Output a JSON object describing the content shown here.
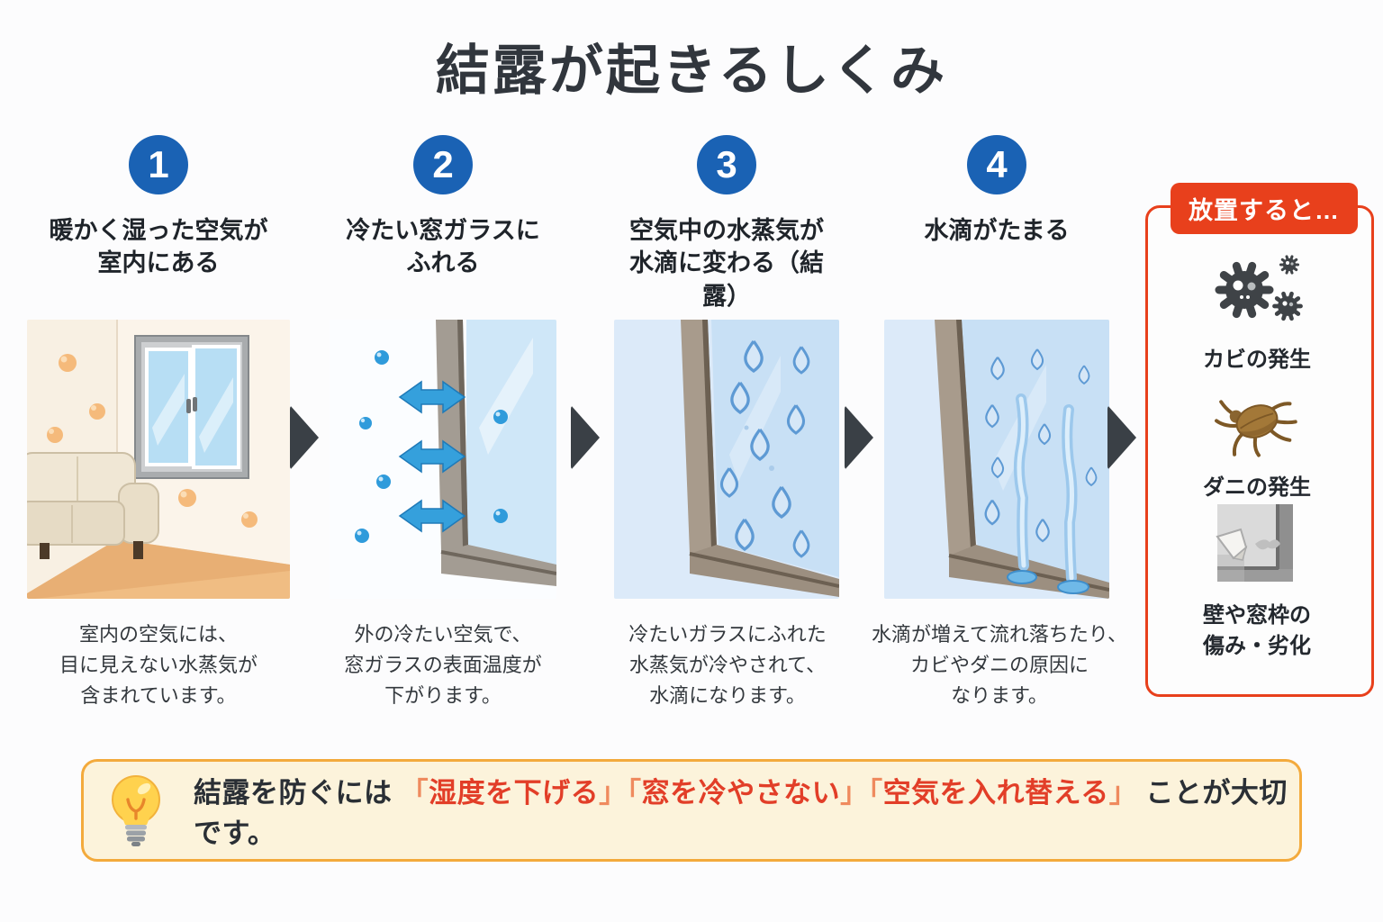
{
  "title": "結露が起きるしくみ",
  "steps": [
    {
      "number": "1",
      "heading": "暖かく湿った空気が\n室内にある",
      "caption": "室内の空気には、\n目に見えない水蒸気が\n含まれています。",
      "illustration": "room-with-sofa-and-window"
    },
    {
      "number": "2",
      "heading": "冷たい窓ガラスに\nふれる",
      "caption": "外の冷たい空気で、\n窓ガラスの表面温度が\n下がります。",
      "illustration": "cold-window-glass-with-arrows"
    },
    {
      "number": "3",
      "heading": "空気中の水蒸気が\n水滴に変わる（結露）",
      "caption": "冷たいガラスにふれた\n水蒸気が冷やされて、\n水滴になります。",
      "illustration": "window-with-condensation-droplets"
    },
    {
      "number": "4",
      "heading": "水滴がたまる",
      "caption": "水滴が増えて流れ落ちたり、\nカビやダニの原因に\nなります。",
      "illustration": "window-with-streaming-water"
    }
  ],
  "consequences_panel": {
    "badge": "放置すると…",
    "items": [
      {
        "icon": "mold-icon",
        "label": "カビの発生"
      },
      {
        "icon": "mite-icon",
        "label": "ダニの発生"
      },
      {
        "icon": "wall-damage-icon",
        "label": "壁や窓枠の\n傷み・劣化"
      }
    ]
  },
  "tip_banner": {
    "icon": "lightbulb-icon",
    "segments": [
      {
        "text": "結露を防ぐには ",
        "style": "dark"
      },
      {
        "text": "「",
        "style": "bracket"
      },
      {
        "text": "湿度を下げる",
        "style": "red"
      },
      {
        "text": "」",
        "style": "bracket"
      },
      {
        "text": "「",
        "style": "bracket"
      },
      {
        "text": "窓を冷やさない",
        "style": "red"
      },
      {
        "text": "」",
        "style": "bracket"
      },
      {
        "text": "「",
        "style": "bracket"
      },
      {
        "text": "空気を入れ替える",
        "style": "red"
      },
      {
        "text": "」",
        "style": "bracket"
      },
      {
        "text": " ことが大切です。",
        "style": "dark"
      }
    ]
  },
  "colors": {
    "step_number_blue": "#1A62B4",
    "flow_arrow_dark": "#3A4046",
    "panel_border_red": "#E8401C",
    "highlight_red": "#E23E28",
    "bracket_orange": "#EF8A5E",
    "banner_bg": "#FCF3DB",
    "banner_border": "#F3AA3C"
  }
}
